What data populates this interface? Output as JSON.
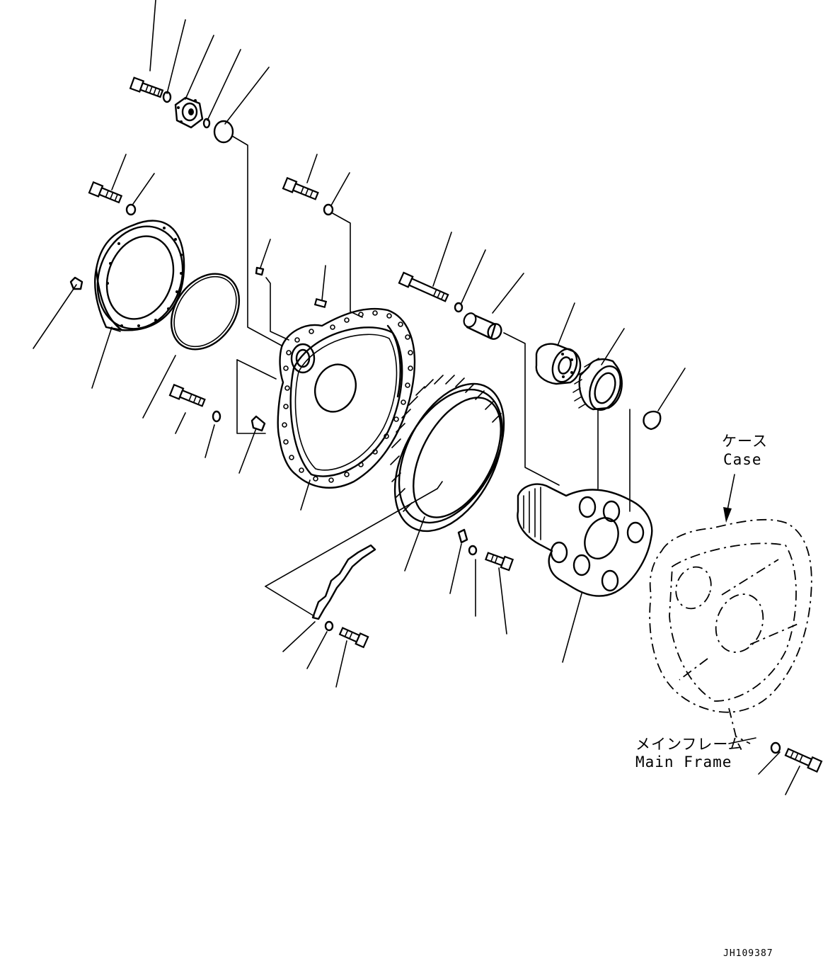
{
  "labels": {
    "case_jp": "ケース",
    "case_en": "Case",
    "main_frame_jp": "メインフレーム",
    "main_frame_en": "Main Frame"
  },
  "drawing_code": "JH109387"
}
